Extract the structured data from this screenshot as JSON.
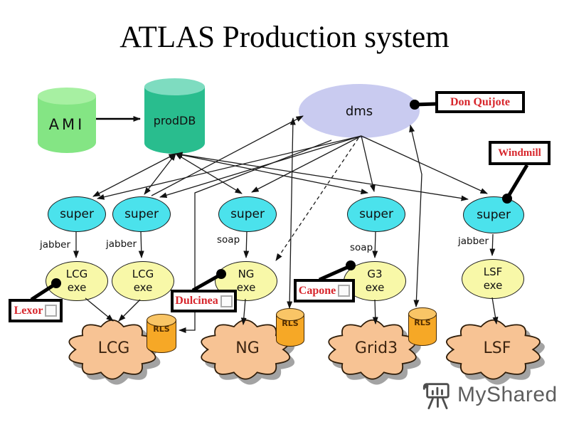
{
  "slide": {
    "title": "ATLAS Production system"
  },
  "nodes": {
    "ami": "AMI",
    "proddb": "prodDB",
    "dms": "dms",
    "supervisors": [
      "super",
      "super",
      "super",
      "super",
      "super"
    ],
    "protocols": [
      "jabber",
      "jabber",
      "soap",
      "soap",
      "jabber"
    ],
    "executors": [
      {
        "line1": "LCG",
        "line2": "exe"
      },
      {
        "line1": "LCG",
        "line2": "exe"
      },
      {
        "line1": "NG",
        "line2": "exe"
      },
      {
        "line1": "G3",
        "line2": "exe"
      },
      {
        "line1": "LSF",
        "line2": "exe"
      }
    ],
    "grids": [
      "LCG",
      "NG",
      "Grid3",
      "LSF"
    ],
    "catalogs": [
      "RLS",
      "RLS",
      "RLS"
    ]
  },
  "callouts": {
    "don_quijote": {
      "label": "Don Quijote",
      "has_checkbox": false
    },
    "windmill": {
      "label": "Windmill",
      "has_checkbox": false
    },
    "lexor": {
      "label": "Lexor",
      "has_checkbox": true
    },
    "dulcinea": {
      "label": "Dulcinea",
      "has_checkbox": true
    },
    "capone": {
      "label": "Capone",
      "has_checkbox": true
    }
  },
  "watermark": {
    "label": "MyShared"
  },
  "colors": {
    "super_fill": "#4be2ec",
    "exe_fill": "#f8f8a8",
    "dms_fill": "#c9cbf0",
    "ami_fill": "#84e584",
    "proddb_fill": "#29bd8e",
    "cloud_fill": "#f7c394",
    "rls_fill": "#f6a826",
    "callout_text": "#d7262c",
    "line": "#1a1a1a"
  }
}
